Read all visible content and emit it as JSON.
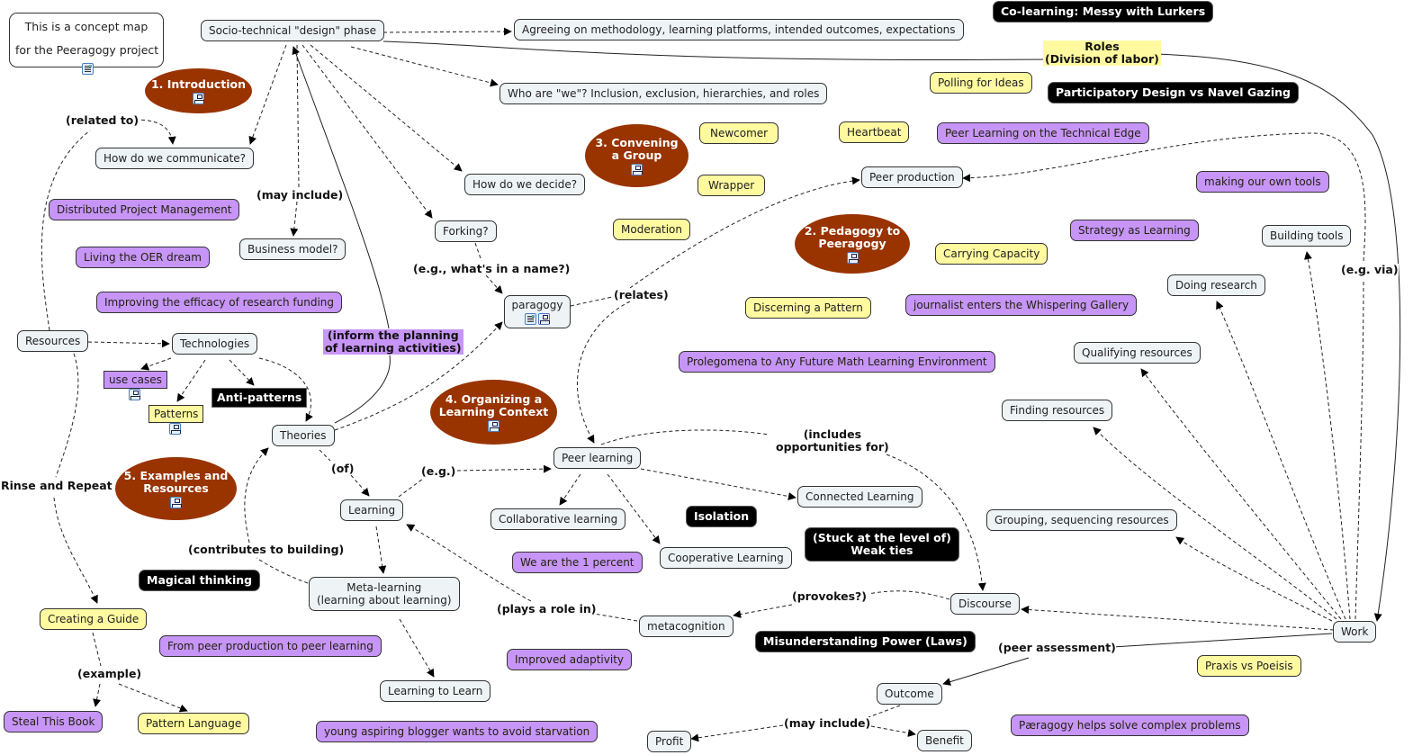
{
  "note": {
    "line1": "This is a concept map",
    "line2": "for the Peeragogy project",
    "icon": "document-icon"
  },
  "chapters": {
    "intro": "1. Introduction",
    "pedagogy": [
      "2. Pedagogy to",
      "Peeragogy"
    ],
    "convening": [
      "3. Convening",
      "a Group"
    ],
    "organizing": [
      "4. Organizing a",
      "Learning Context"
    ],
    "examples": [
      "5. Examples and",
      "Resources"
    ]
  },
  "concepts": {
    "socio": "Socio-technical \"design\" phase",
    "agreeing": "Agreeing on methodology, learning platforms, intended outcomes, expectations",
    "who": "Who are \"we\"? Inclusion, exclusion, hierarchies, and roles",
    "communicate": "How do we communicate?",
    "decide": "How do we decide?",
    "forking": "Forking?",
    "business": "Business model?",
    "paragogy": "paragogy",
    "resources": "Resources",
    "technologies": "Technologies",
    "theories": "Theories",
    "learning": "Learning",
    "peer_learning": "Peer learning",
    "peer_production": "Peer production",
    "collaborative": "Collaborative learning",
    "cooperative": "Cooperative Learning",
    "connected": "Connected Learning",
    "meta": [
      "Meta-learning",
      "(learning about learning)"
    ],
    "learning_to_learn": "Learning to Learn",
    "metacognition": "metacognition",
    "discourse": "Discourse",
    "work": "Work",
    "outcome": "Outcome",
    "profit": "Profit",
    "benefit": "Benefit",
    "building_tools": "Building tools",
    "doing_research": "Doing research",
    "qualifying": "Qualifying resources",
    "finding": "Finding resources",
    "grouping": "Grouping, sequencing resources"
  },
  "purple_nodes": {
    "distributed": "Distributed Project Management",
    "oer": "Living the OER dream",
    "efficacy": "Improving the efficacy of research funding",
    "technical_edge": "Peer Learning on the Technical Edge",
    "own_tools": "making our own tools",
    "strategy": "Strategy as Learning",
    "journalist": "journalist enters the Whispering Gallery",
    "prolegomena": "Prolegomena to Any Future Math Learning Environment",
    "one_percent": "We are the 1 percent",
    "from_peer": "From peer production to peer learning",
    "adaptivity": "Improved adaptivity",
    "blogger": "young aspiring blogger wants to avoid starvation",
    "steal": "Steal This Book",
    "helps_solve": "Pæragogy helps solve complex problems",
    "use_cases": "use cases"
  },
  "yellow_nodes": {
    "polling": "Polling for Ideas",
    "newcomer": "Newcomer",
    "heartbeat": "Heartbeat",
    "wrapper": "Wrapper",
    "moderation": "Moderation",
    "carrying": "Carrying Capacity",
    "discerning": "Discerning a Pattern",
    "creating_guide": "Creating a Guide",
    "pattern_language": "Pattern Language",
    "praxis": "Praxis vs Poeisis",
    "patterns": "Patterns"
  },
  "antipatterns": {
    "colearning": "Co-learning: Messy with Lurkers",
    "participatory": "Participatory Design vs Navel Gazing",
    "isolation": "Isolation",
    "weak_ties": [
      "(Stuck at the level of)",
      "Weak ties"
    ],
    "magical": "Magical thinking",
    "misunderstanding": "Misunderstanding Power (Laws)",
    "anti_patterns": "Anti-patterns"
  },
  "link_labels": {
    "roles": [
      "Roles",
      "(Division of labor)"
    ],
    "related_to": "(related to)",
    "may_include_1": "(may include)",
    "eg_name": "(e.g., what's in a name?)",
    "relates": "(relates)",
    "inform": [
      "(inform the planning",
      "of learning activities)"
    ],
    "rinse": "Rinse and Repeat",
    "of": "(of)",
    "eg": "(e.g.)",
    "includes": [
      "(includes",
      "opportunities for)"
    ],
    "contributes": "(contributes to building)",
    "plays_role": "(plays a role in)",
    "provokes": "(provokes?)",
    "peer_assessment": "(peer assessment)",
    "may_include_2": "(may include)",
    "example": "(example)",
    "eg_via": "(e.g. via)"
  },
  "colors": {
    "concept": "#eef3f5",
    "purple": "#c795f7",
    "yellow": "#fffaa0",
    "antipattern": "#000000",
    "chapter": "#993300"
  }
}
